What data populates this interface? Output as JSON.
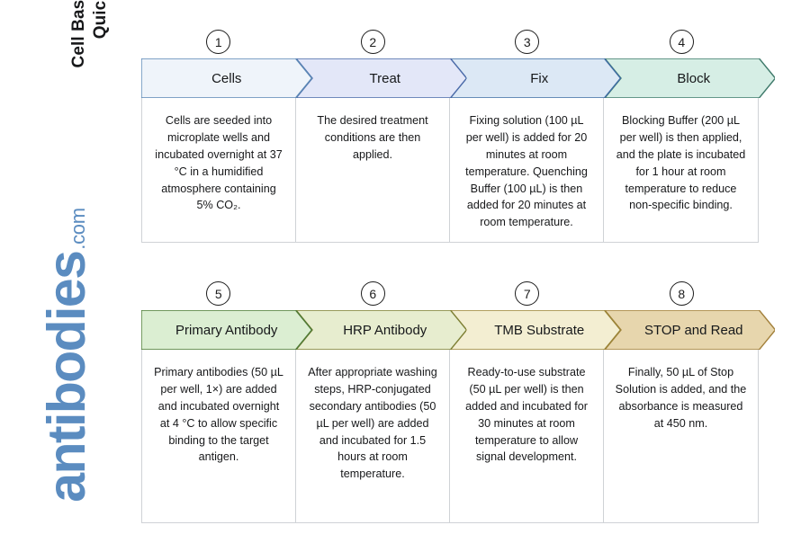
{
  "branding": {
    "title_line_1": "Cell Based ELISA Kits",
    "title_line_2": "Quick Protocol",
    "logo_word": "antibodies",
    "logo_tld": ".com",
    "logo_color": "#5b8cc0"
  },
  "rows": [
    {
      "name": "row-1",
      "steps": [
        {
          "number": "1",
          "label": "Cells",
          "body": "Cells are seeded into microplate wells and incubated overnight at 37 °C in a humidified atmosphere containing 5% CO₂.",
          "fill": "#eff4fa",
          "stroke": "#5b87b5"
        },
        {
          "number": "2",
          "label": "Treat",
          "body": "The desired treatment conditions are then applied.",
          "fill": "#e3e7f8",
          "stroke": "#4a6aa8"
        },
        {
          "number": "3",
          "label": "Fix",
          "body": "Fixing solution (100 µL per well) is added for 20 minutes at room temperature. Quenching Buffer (100 µL) is then added for 20 minutes at room temperature.",
          "fill": "#dce8f5",
          "stroke": "#3f6da3"
        },
        {
          "number": "4",
          "label": "Block",
          "body": "Blocking Buffer (200 µL per well) is then applied, and the plate is incubated for 1 hour at room temperature to reduce non-specific binding.",
          "fill": "#d6eee5",
          "stroke": "#3f7a6b"
        }
      ]
    },
    {
      "name": "row-2",
      "steps": [
        {
          "number": "5",
          "label": "Primary Antibody",
          "body": "Primary antibodies (50 µL per well, 1×) are added and incubated overnight at 4 °C to allow specific binding to the target antigen.",
          "fill": "#dbeed2",
          "stroke": "#4d7a35"
        },
        {
          "number": "6",
          "label": "HRP Antibody",
          "body": "After appropriate washing steps, HRP-conjugated secondary antibodies (50 µL per well) are added and incubated for 1.5 hours at room temperature.",
          "fill": "#e7edcf",
          "stroke": "#7d7f33"
        },
        {
          "number": "7",
          "label": "TMB Substrate",
          "body": "Ready-to-use substrate (50 µL per well) is then added and incubated for 30 minutes at room temperature to allow signal development.",
          "fill": "#f3eed2",
          "stroke": "#9a8437"
        },
        {
          "number": "8",
          "label": "STOP and Read",
          "body": "Finally, 50 µL of Stop Solution is added, and the absorbance is measured at 450 nm.",
          "fill": "#e7d6ad",
          "stroke": "#a3813c"
        }
      ]
    }
  ]
}
